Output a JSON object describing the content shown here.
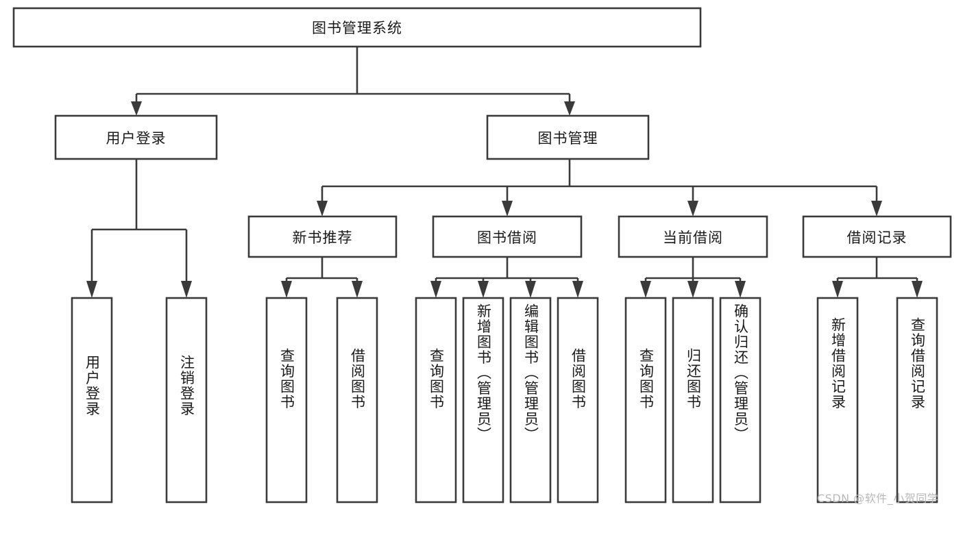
{
  "diagram": {
    "type": "tree-hierarchy",
    "title": "图书管理系统",
    "orientation": "top-down",
    "colors": {
      "stroke": "#3a3a3a",
      "fill": "#ffffff",
      "text": "#1a1a1a",
      "watermark": "#b8b8b8"
    },
    "root": {
      "label": "图书管理系统"
    },
    "level2": [
      {
        "label": "用户登录"
      },
      {
        "label": "图书管理"
      }
    ],
    "level3": [
      {
        "label": "新书推荐"
      },
      {
        "label": "图书借阅"
      },
      {
        "label": "当前借阅"
      },
      {
        "label": "借阅记录"
      }
    ],
    "leaves": {
      "user_login": [
        {
          "label": "用户登录"
        },
        {
          "label": "注销登录"
        }
      ],
      "new_book_recommend": [
        {
          "label": "查询图书"
        },
        {
          "label": "借阅图书"
        }
      ],
      "book_borrow": [
        {
          "label": "查询图书"
        },
        {
          "label": "新增图书（管理员）"
        },
        {
          "label": "编辑图书（管理员）"
        },
        {
          "label": "借阅图书"
        }
      ],
      "current_borrow": [
        {
          "label": "查询图书"
        },
        {
          "label": "归还图书"
        },
        {
          "label": "确认归还（管理员）"
        }
      ],
      "borrow_record": [
        {
          "label": "新增借阅记录"
        },
        {
          "label": "查询借阅记录"
        }
      ]
    }
  },
  "watermark": {
    "text": "CSDN @软件_小贺同学"
  }
}
